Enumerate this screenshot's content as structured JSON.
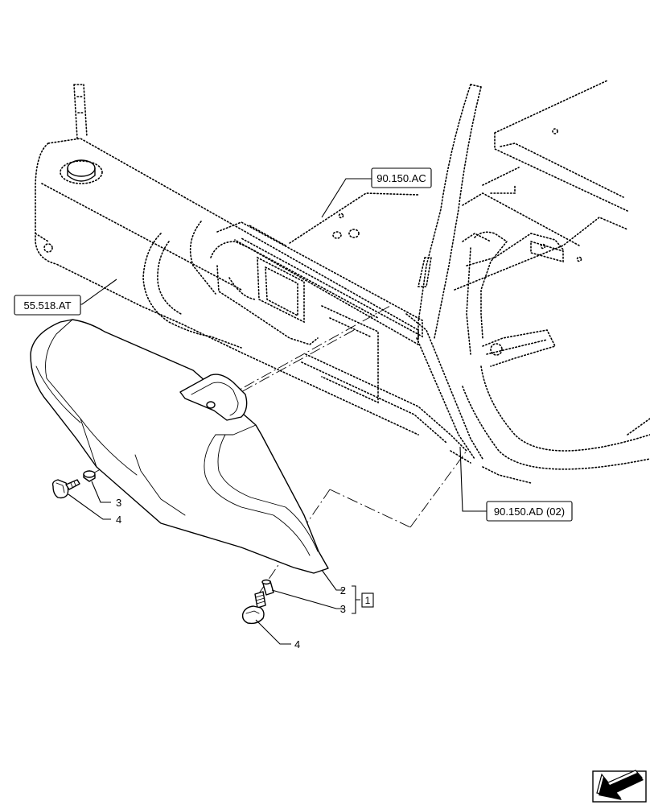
{
  "references": {
    "ref_top": "90.150.AC",
    "ref_left": "55.518.AT",
    "ref_right": "90.150.AD (02)"
  },
  "callouts": {
    "item_2": "2",
    "item_3_kit": "3",
    "item_3_left": "3",
    "item_4_left": "4",
    "item_4_bottom": "4",
    "kit_number": "1"
  },
  "icons": {
    "nav_arrow": "navigation-arrow-icon"
  }
}
